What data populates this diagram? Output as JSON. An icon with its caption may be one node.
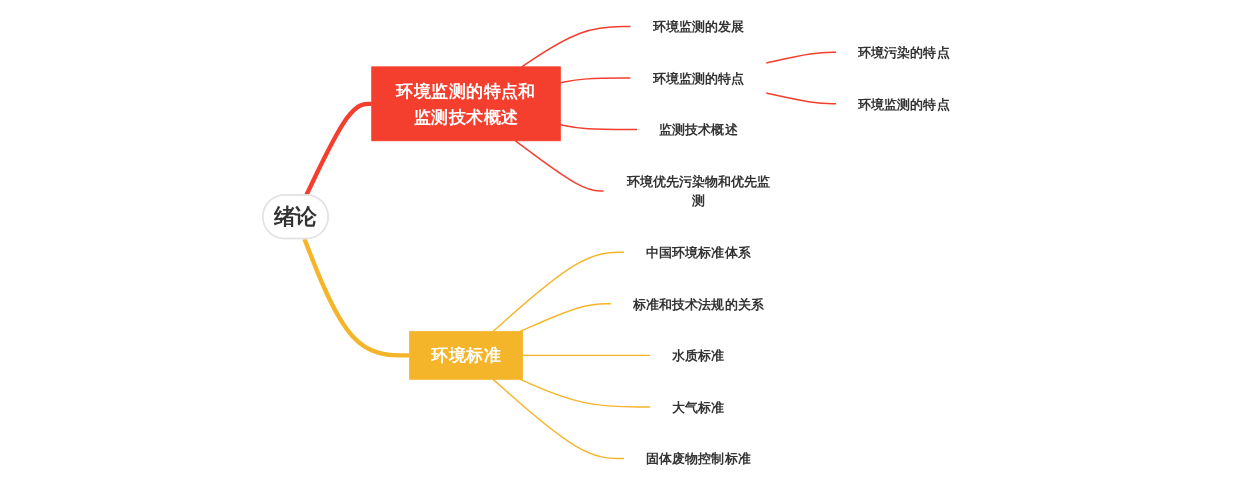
{
  "diagram": {
    "nodes": [
      {
        "text": [
          "绪论"
        ]
      },
      {
        "text": [
          "环境监测的特点和监测技术概述"
        ]
      },
      {
        "text": [
          "环境监测的发展"
        ]
      },
      {
        "text": [
          "环境监测的特点"
        ]
      },
      {
        "text": [
          "环境污染的特点"
        ]
      },
      {
        "text": [
          "环境监测的特点"
        ]
      },
      {
        "text": [
          "监测技术概述"
        ]
      },
      {
        "text": [
          "环境优先污染物和优先监测"
        ]
      },
      {
        "text": [
          "环境标准"
        ]
      },
      {
        "text": [
          "中国环境标准体系"
        ]
      },
      {
        "text": [
          "标准和技术法规的关系"
        ]
      },
      {
        "text": [
          "水质标准"
        ]
      },
      {
        "text": [
          "大气标准"
        ]
      },
      {
        "text": [
          "固体废物控制标准"
        ]
      }
    ],
    "edges": [
      {
        "from": 0,
        "to": 1,
        "arrow": "none",
        "style": "thick"
      },
      {
        "from": 1,
        "to": 2,
        "arrow": "none"
      },
      {
        "from": 1,
        "to": 3,
        "arrow": "none"
      },
      {
        "from": 3,
        "to": 4,
        "arrow": "none"
      },
      {
        "from": 3,
        "to": 5,
        "arrow": "none"
      },
      {
        "from": 1,
        "to": 6,
        "arrow": "none"
      },
      {
        "from": 1,
        "to": 7,
        "arrow": "none"
      },
      {
        "from": 0,
        "to": 8,
        "arrow": "none",
        "style": "thick",
        "color": "#f5b52a"
      },
      {
        "from": 8,
        "to": 9,
        "arrow": "none",
        "color": "#f5b52a"
      },
      {
        "from": 8,
        "to": 10,
        "arrow": "none",
        "color": "#f5b52a"
      },
      {
        "from": 8,
        "to": 11,
        "arrow": "none",
        "color": "#f5b52a"
      },
      {
        "from": 8,
        "to": 12,
        "arrow": "none",
        "color": "#f5b52a"
      },
      {
        "from": 8,
        "to": 13,
        "arrow": "none",
        "color": "#f5b52a"
      }
    ]
  }
}
